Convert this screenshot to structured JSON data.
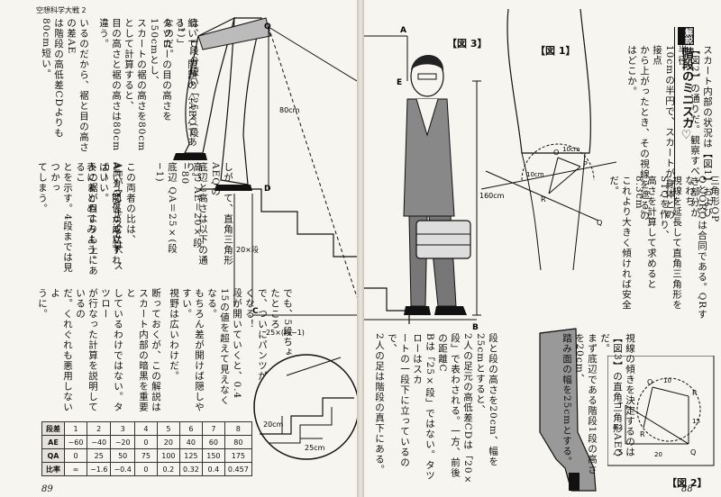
{
  "header": {
    "running_title": "空想科学大戦 2"
  },
  "page_numbers": {
    "left": "89",
    "right": "88"
  },
  "section": {
    "badge": "解説",
    "title": "階段のミニスカ♡"
  },
  "figures": {
    "fig1": {
      "label": "【図 1】",
      "labels": [
        "O",
        "P",
        "Q",
        "R",
        "10cm",
        "10cm"
      ]
    },
    "fig2": {
      "label": "【図 2】",
      "labels": [
        "T",
        "O",
        "10",
        "P",
        "15",
        "8.3",
        "R",
        "S",
        "Q",
        "20"
      ]
    },
    "fig3": {
      "label": "【図 3】",
      "labels": [
        "A",
        "E",
        "Q",
        "B",
        "D",
        "C",
        "80cm",
        "160cm",
        "20×段",
        "25×(段−1)"
      ]
    },
    "stair_detail": {
      "labels": [
        "20cm",
        "25cm"
      ]
    }
  },
  "left_columns": [
    "は、1段分短い「25×(段−1)」\nなのだ。",
    "続いて、問題の△AEQである。\nタツローの目の高さを150cmとし、\nスカートの裾の高さを80cmとして計算すると、\n目の高さと裾の高さは80cm違う。",
    "いるのだから、裾と目の高さの差AE\nは階段の高低差CDよりも80cm短い。",
    "しがって、直角三角形AEQの\n底辺と高さは以下の通り。",
    "高さ AE＝20×段−80\n底辺 QA＝25×(段−1)",
    "この両者の比は、",
    "AE÷QA＝0.4以下",
    "という関係が成立すればいい。\n表にまとめてみよう。",
    "AEがマイナスとは、スカー\nトの裾が目よりも上にあるこ\nとを示す。4段までは見つかっ\nてしまう。",
    "でも、5段ちょっと上がったところ\nで、ついにパンツが見えなくなる！\n段が開いていくと、0.4\n15の値を超えて見えなくなる。\nもちろん差が開けば隠しやすい。\n視野は広いわけだ。",
    "断っておくが、この解説は\nスカート内部の暗黒を重要と\nしているわけではない。タツロー\nが行なった計算を説明しているの\nだ。くれぐれも悪用しないよ\nうに。"
  ],
  "right_columns": [
    "スカート内部の状況は【図1】および\n【図2】の通りだ。観察すべき部分が半径\n10cmの半円で、スカートが身体との接点\nから上がったとき、その視線を遮るのはどこか。",
    "よって【図2】において、直角三角形OP\nQとORQは合同である。QRすなわち\n視線を延長して直角三角形をSTQを作り、\n高さを計算して求めると8.3cm。\nこれより大きく傾ければ安全だ。",
    "視線の傾きを決定するのは\n【図3】の直角三角形AEQだ。\nまず底辺である階段1段の高さを20cm、\n踏み面の幅を25cmとする。",
    "段と段の高さを20cm、幅を25cmとすると、\n2人の足元の高低差CDは「20×\n段」で表わされる。一方、前後の距離C\nBは「25×段」ではない。タツローはスカ\nートの一段下に立っているので、\n2人の足は階段の真下にある。"
  ],
  "table": {
    "headers": [
      "段差",
      "1",
      "2",
      "3",
      "4",
      "5",
      "6",
      "7",
      "8"
    ],
    "rows": [
      {
        "label": "AE",
        "values": [
          "−60",
          "−40",
          "−20",
          "0",
          "20",
          "40",
          "60",
          "80"
        ]
      },
      {
        "label": "QA",
        "values": [
          "0",
          "25",
          "50",
          "75",
          "100",
          "125",
          "150",
          "175"
        ]
      },
      {
        "label": "比率",
        "values": [
          "∞",
          "−1.6",
          "−0.4",
          "0",
          "0.2",
          "0.32",
          "0.4",
          "0.457"
        ]
      }
    ]
  }
}
